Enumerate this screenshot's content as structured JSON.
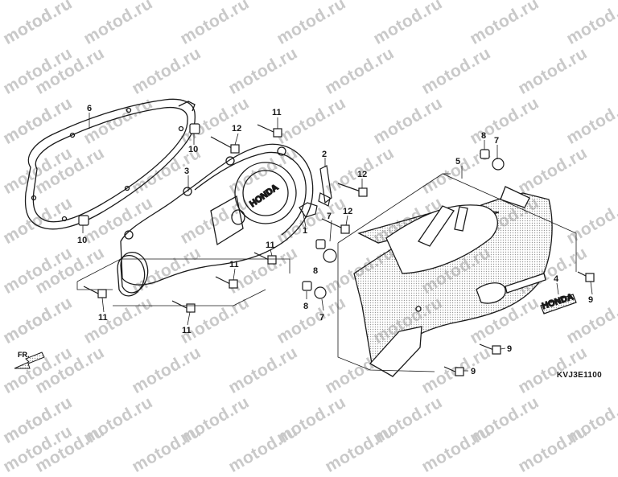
{
  "watermark": "motod.ru",
  "diagram_code": "KVJ3E1100",
  "direction_label": "FR.",
  "brand_mark": "HONDA",
  "callouts": {
    "c1": "1",
    "c2": "2",
    "c3": "3",
    "c4": "4",
    "c5": "5",
    "c6": "6",
    "c7a": "7",
    "c7b": "7",
    "c8a": "8",
    "c8b": "8",
    "c8c": "8",
    "c9a": "9",
    "c9b": "9",
    "c9c": "9",
    "c10a": "10",
    "c10b": "10",
    "c11a": "11",
    "c11b": "11",
    "c11c": "11",
    "c11d": "11",
    "c11e": "11",
    "c12a": "12",
    "c12b": "12",
    "c12c": "12"
  },
  "colors": {
    "line": "#1a1a1a",
    "watermark": "#c9c9c9",
    "dot_fill": "#bdbdbd"
  }
}
